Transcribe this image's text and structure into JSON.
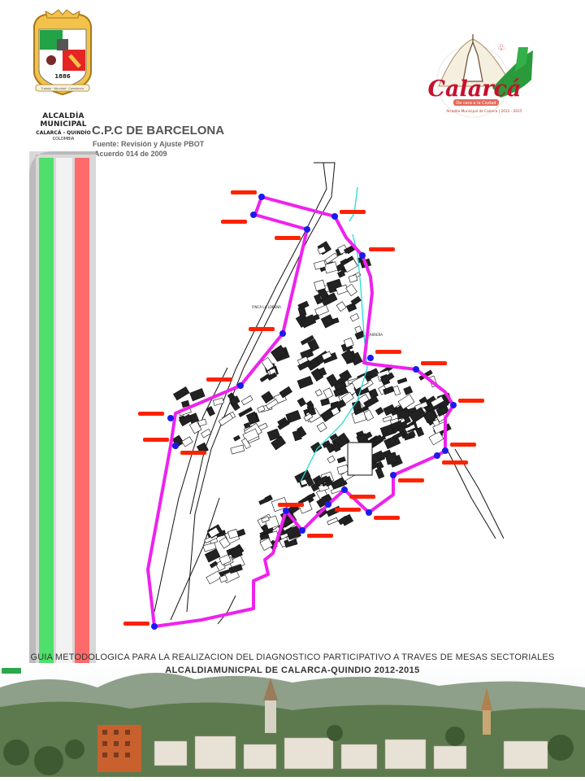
{
  "header": {
    "alcaldia_title": "ALCALDÍA MUNICIPAL",
    "alcaldia_place": "CALARCÁ - QUINDÍO",
    "alcaldia_country": "COLOMBIA",
    "shield_year": "1886",
    "shield_motto": "Trabajo · Voluntad · Constancia",
    "map_title": "C.P.C DE BARCELONA",
    "source": "Fuente: Revisión y Ajuste PBOT",
    "agreement": "Acuerdo 014 de 2009"
  },
  "right_logo": {
    "brand": "Calarcá",
    "tagline": "De cara a la Ciudad",
    "subtitle": "Alcaldía Municipal de Calarcá | 2012 - 2015"
  },
  "map": {
    "inset_label": "FINCA LA LORENA",
    "label_b": "CARRERA",
    "boundary_color": "#ee22ee",
    "vertex_color": "#1a1aee",
    "label_color": "#ff2200",
    "stream_color": "#22dddd"
  },
  "footer": {
    "line1": "GUIA METODOLOGICA PARA LA REALIZACION DEL DIAGNOSTICO PARTICIPATIVO  A TRAVES DE MESAS SECTORIALES",
    "line2": "ALCALDIAMUNICPAL DE CALARCA-QUINDIO 2012-2015"
  },
  "flag_colors": [
    "#4ee06a",
    "#f2f2f2",
    "#ff6a6a"
  ]
}
